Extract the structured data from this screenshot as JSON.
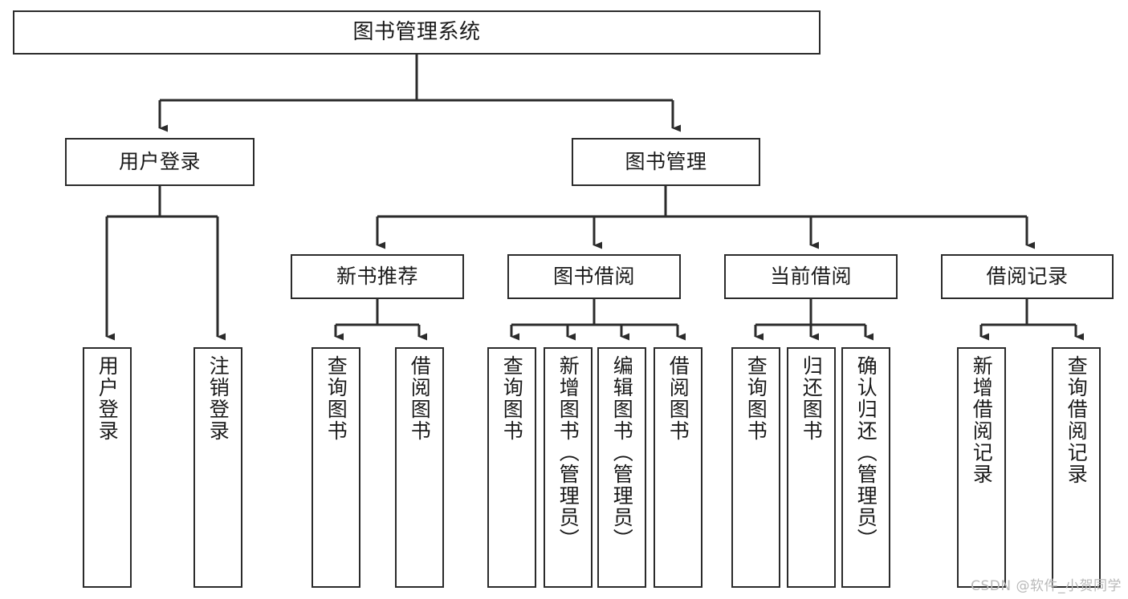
{
  "diagram": {
    "title": "图书管理系统",
    "type": "tree-hierarchy",
    "watermark": "CSDN @软件_小贺同学",
    "colors": {
      "stroke": "#2b2b2b",
      "fill": "#ffffff",
      "text": "#1a1a1a",
      "watermark": "#b9b9b9"
    },
    "nodes": {
      "root": {
        "label": "图书管理系统"
      },
      "level2": [
        {
          "id": "user-login",
          "label": "用户登录"
        },
        {
          "id": "book-management",
          "label": "图书管理"
        }
      ],
      "level3": [
        {
          "id": "new-book-recommend",
          "label": "新书推荐"
        },
        {
          "id": "book-borrow",
          "label": "图书借阅"
        },
        {
          "id": "current-borrow",
          "label": "当前借阅"
        },
        {
          "id": "borrow-record",
          "label": "借阅记录"
        }
      ],
      "leaves": {
        "user_login": [
          {
            "id": "leaf-user-login",
            "label": "用户登录"
          },
          {
            "id": "leaf-logout-login",
            "label": "注销登录"
          }
        ],
        "new_book_recommend": [
          {
            "id": "leaf-query-book-1",
            "label": "查询图书"
          },
          {
            "id": "leaf-borrow-book-1",
            "label": "借阅图书"
          }
        ],
        "book_borrow": [
          {
            "id": "leaf-query-book-2",
            "label": "查询图书"
          },
          {
            "id": "leaf-add-book",
            "label": "新增图书（管理员）"
          },
          {
            "id": "leaf-edit-book",
            "label": "编辑图书（管理员）"
          },
          {
            "id": "leaf-borrow-book-2",
            "label": "借阅图书"
          }
        ],
        "current_borrow": [
          {
            "id": "leaf-query-book-3",
            "label": "查询图书"
          },
          {
            "id": "leaf-return-book",
            "label": "归还图书"
          },
          {
            "id": "leaf-confirm-return",
            "label": "确认归还（管理员）"
          }
        ],
        "borrow_record": [
          {
            "id": "leaf-add-record",
            "label": "新增借阅记录"
          },
          {
            "id": "leaf-query-record",
            "label": "查询借阅记录"
          }
        ]
      }
    }
  }
}
